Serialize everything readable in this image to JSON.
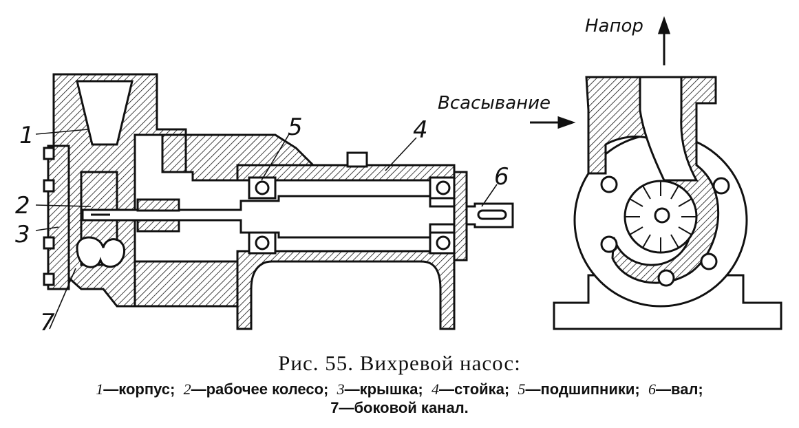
{
  "callouts": {
    "c1": "1",
    "c2": "2",
    "c3": "3",
    "c4": "4",
    "c5": "5",
    "c6": "6",
    "c7": "7"
  },
  "flow_labels": {
    "head": "Напор",
    "suction": "Всасывание"
  },
  "caption": {
    "prefix": "Рис.",
    "number": "55.",
    "title": "Вихревой насос:"
  },
  "legend": {
    "items": [
      {
        "num": "1",
        "sep": "—",
        "text": "корпус;"
      },
      {
        "num": "2",
        "sep": "—",
        "text": "рабочее колесо;"
      },
      {
        "num": "3",
        "sep": "—",
        "text": "крышка;"
      },
      {
        "num": "4",
        "sep": "—",
        "text": "стойка;"
      },
      {
        "num": "5",
        "sep": "—",
        "text": "подшипники;"
      },
      {
        "num": "6",
        "sep": "—",
        "text": "вал;"
      }
    ],
    "last": {
      "num": "7",
      "sep": "—",
      "text": "боковой канал."
    }
  }
}
